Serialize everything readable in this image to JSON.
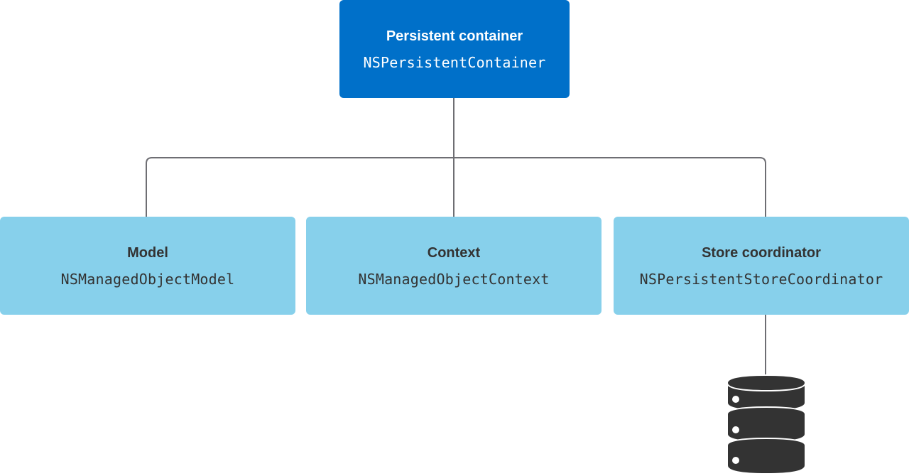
{
  "container": {
    "title": "Persistent container",
    "class_name": "NSPersistentContainer"
  },
  "children": [
    {
      "title": "Model",
      "class_name": "NSManagedObjectModel"
    },
    {
      "title": "Context",
      "class_name": "NSManagedObjectContext"
    },
    {
      "title": "Store coordinator",
      "class_name": "NSPersistentStoreCoordinator"
    }
  ],
  "icons": {
    "store": "database-icon"
  },
  "colors": {
    "container_fill": "#0070c9",
    "child_fill": "#87d0eb",
    "connector": "#6e6e73",
    "database": "#333333"
  }
}
